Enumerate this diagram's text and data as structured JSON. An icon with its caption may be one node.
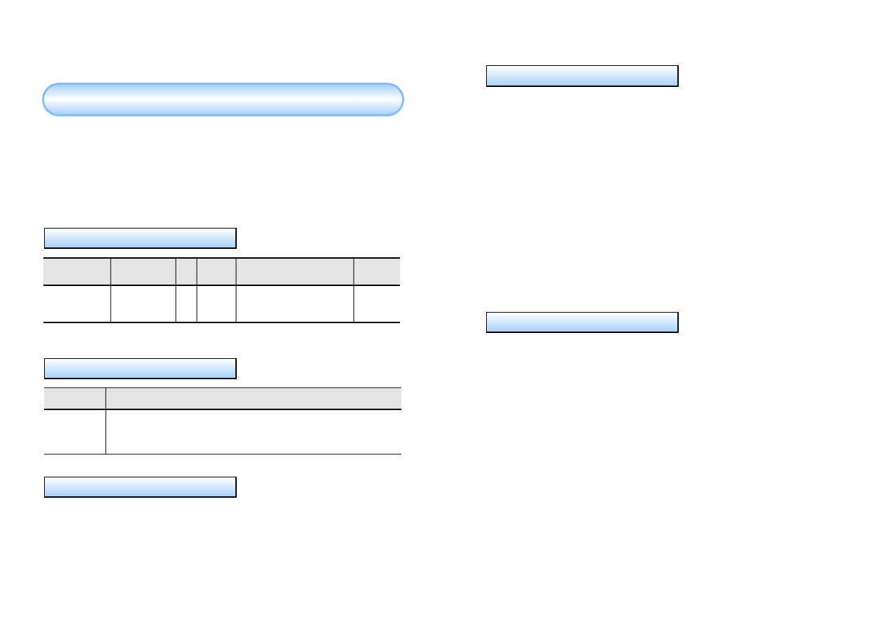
{
  "diagram": {
    "nodes": [
      {
        "text": [],
        "shape": "bar"
      },
      {
        "text": [],
        "shape": "box"
      },
      {
        "text": [],
        "shape": "box"
      },
      {
        "text": [],
        "shape": "box"
      },
      {
        "text": [],
        "shape": "box"
      },
      {
        "text": [],
        "shape": "box"
      }
    ]
  }
}
